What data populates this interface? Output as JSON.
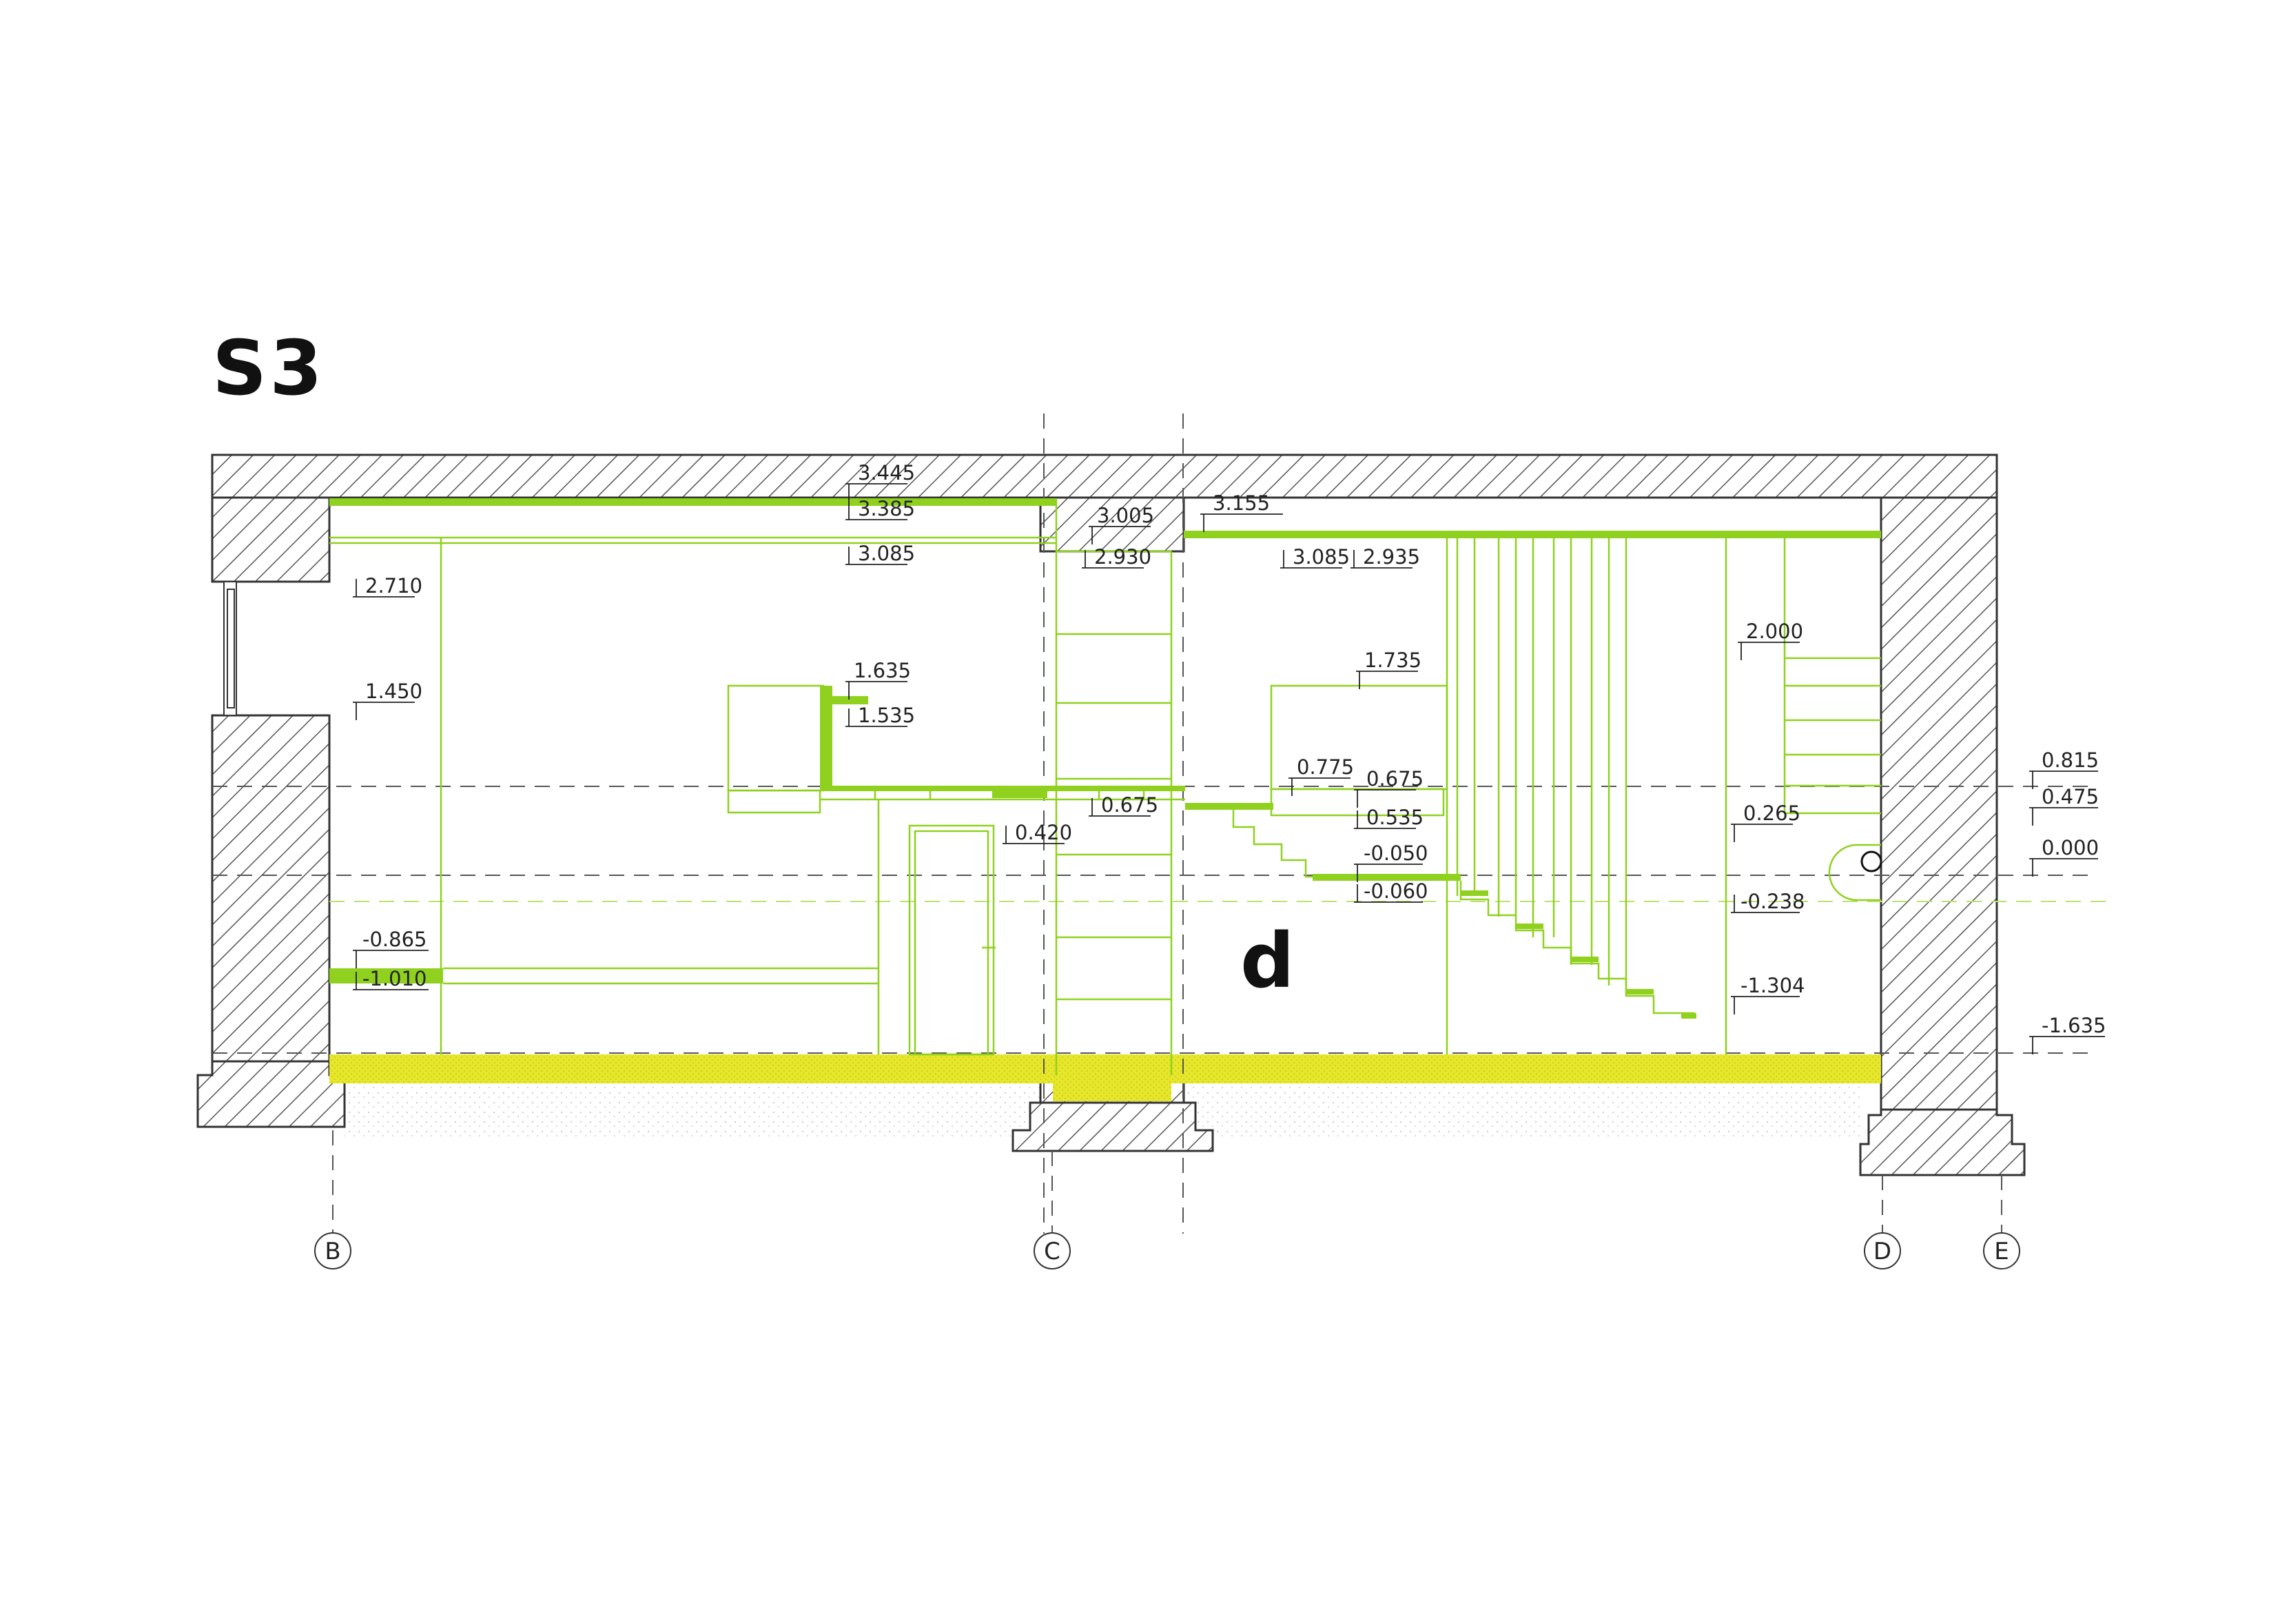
{
  "title": "S3",
  "room_label": "d",
  "colors": {
    "accent_green": "#8fd11e",
    "floor_yellow": "#e6e62c",
    "hatch": "#555555"
  },
  "axes": [
    "B",
    "C",
    "D",
    "E"
  ],
  "levels": [
    "3.445",
    "3.385",
    "3.085",
    "3.005",
    "2.930",
    "3.155",
    "3.085",
    "2.935",
    "2.710",
    "1.450",
    "1.635",
    "1.535",
    "1.735",
    "2.000",
    "0.775",
    "0.675",
    "0.535",
    "0.675",
    "0.420",
    "-0.050",
    "-0.060",
    "0.265",
    "-0.238",
    "-0.865",
    "-1.010",
    "-1.304",
    "0.815",
    "0.475",
    "0.000",
    "-1.635"
  ]
}
